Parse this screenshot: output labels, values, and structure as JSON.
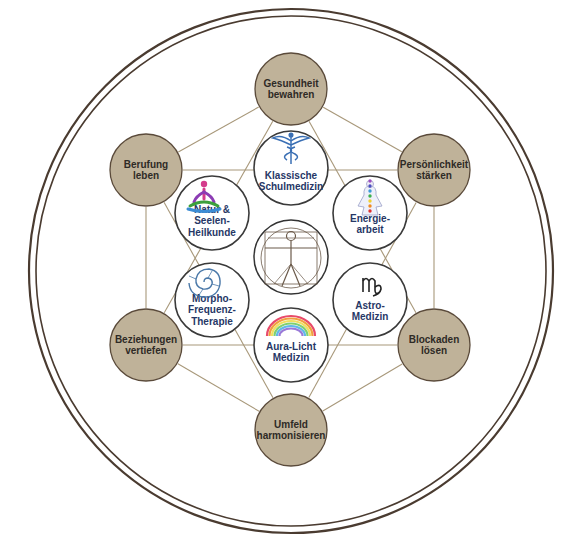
{
  "diagram": {
    "nodes": [
      {
        "text": [
          "Gesundheit bewahren"
        ]
      },
      {
        "text": [
          "Berufung leben"
        ]
      },
      {
        "text": [
          "Persönlichkeit stärken"
        ]
      },
      {
        "text": [
          "Klassische Schulmedizin"
        ]
      },
      {
        "text": [
          "Natur & Seelen-Heilkunde"
        ]
      },
      {
        "text": [
          "Energie-arbeit"
        ]
      },
      {
        "text": [
          "Morpho-Frequenz-Therapie"
        ]
      },
      {
        "text": [
          "Astro-Medizin"
        ]
      },
      {
        "text": [
          "Aura-Licht Medizin"
        ]
      },
      {
        "text": [
          "Beziehungen vertiefen"
        ]
      },
      {
        "text": [
          "Blockaden lösen"
        ]
      },
      {
        "text": [
          "Umfeld harmonisieren"
        ]
      }
    ],
    "edges": [
      {
        "from": 0,
        "to": 2,
        "arrow": "none"
      },
      {
        "from": 2,
        "to": 10,
        "arrow": "none"
      },
      {
        "from": 10,
        "to": 11,
        "arrow": "none"
      },
      {
        "from": 11,
        "to": 9,
        "arrow": "none"
      },
      {
        "from": 9,
        "to": 1,
        "arrow": "none"
      },
      {
        "from": 1,
        "to": 0,
        "arrow": "none"
      },
      {
        "from": 0,
        "to": 10,
        "arrow": "none"
      },
      {
        "from": 10,
        "to": 9,
        "arrow": "none"
      },
      {
        "from": 9,
        "to": 0,
        "arrow": "none"
      },
      {
        "from": 11,
        "to": 1,
        "arrow": "none"
      },
      {
        "from": 1,
        "to": 2,
        "arrow": "none"
      },
      {
        "from": 2,
        "to": 11,
        "arrow": "none"
      }
    ]
  }
}
